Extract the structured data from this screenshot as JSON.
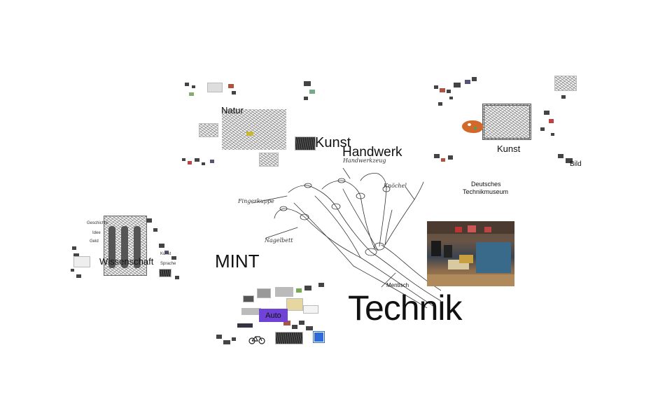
{
  "labels": {
    "natur": "Natur",
    "kunst_center": "Kunst",
    "handwerk": "Handwerk",
    "kunst_right": "Kunst",
    "museum_line1": "Deutsches",
    "museum_line2": "Technikmuseum",
    "mint": "MINT",
    "technik": "Technik",
    "wissenschaft": "Wissenschaft",
    "auto": "Auto",
    "mentisch": "Mentisch",
    "geschichte": "Geschichte",
    "idee": "Idee",
    "geld": "Geld",
    "sprache": "Sprache",
    "kunst_small": "Kunst",
    "bild": "Bild"
  },
  "sketch_annotations": {
    "fingerkuppe": "Fingerkuppe",
    "knochel": "Knöchel",
    "nagelbett": "Nagelbett",
    "handwerk_note": "Handwerkzeug"
  },
  "icons": {
    "hand_sketch": "skeletal-hand-sketch-icon",
    "computer_photo": "computer-museum-photo-icon",
    "palette": "paint-palette-icon",
    "bicycle": "bicycle-icon",
    "road_sign": "motorway-sign-icon"
  },
  "colors": {
    "background": "#ffffff",
    "auto_badge": "#6e43d6",
    "palette": "#d2692a"
  }
}
